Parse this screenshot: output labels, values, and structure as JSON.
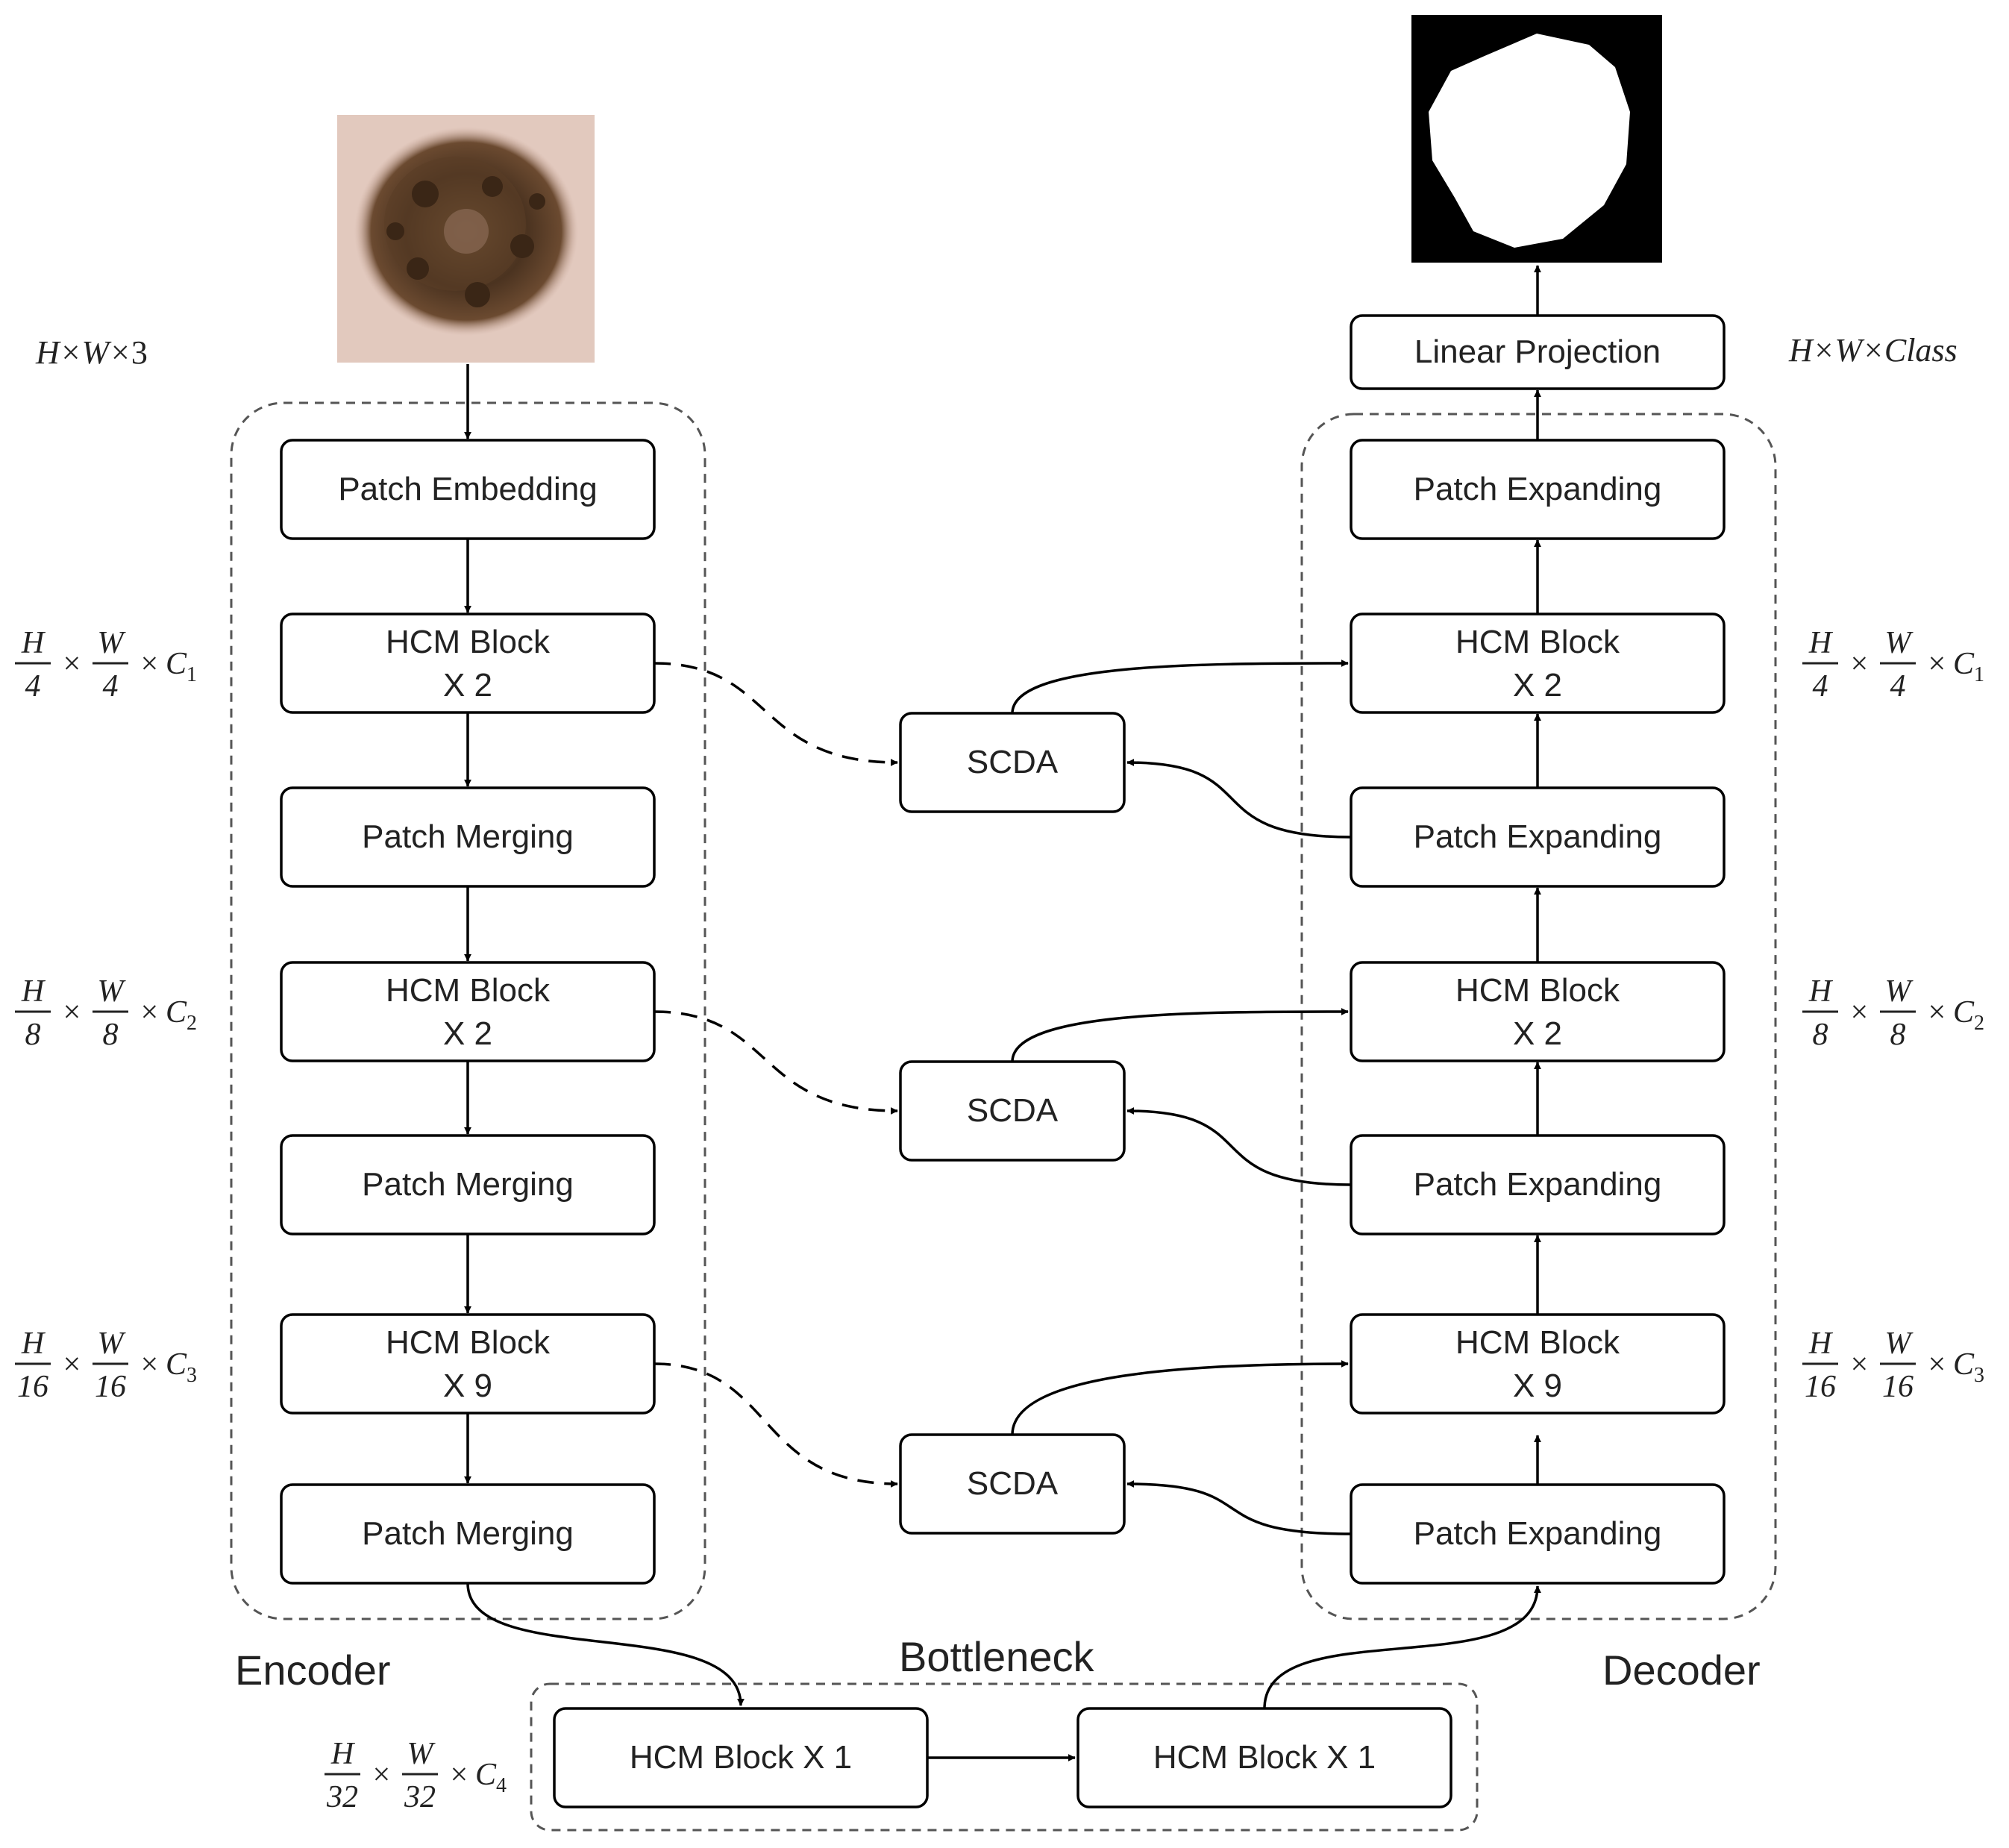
{
  "diagram": {
    "encoder": {
      "label": "Encoder",
      "blocks": [
        {
          "line1": "Patch Embedding",
          "line2": ""
        },
        {
          "line1": "HCM Block",
          "line2": "X 2"
        },
        {
          "line1": "Patch Merging",
          "line2": ""
        },
        {
          "line1": "HCM Block",
          "line2": "X 2"
        },
        {
          "line1": "Patch Merging",
          "line2": ""
        },
        {
          "line1": "HCM Block",
          "line2": "X 9"
        },
        {
          "line1": "Patch Merging",
          "line2": ""
        }
      ]
    },
    "decoder": {
      "label": "Decoder",
      "projection": "Linear Projection",
      "blocks": [
        {
          "line1": "Patch Expanding",
          "line2": ""
        },
        {
          "line1": "HCM Block",
          "line2": "X 2"
        },
        {
          "line1": "Patch Expanding",
          "line2": ""
        },
        {
          "line1": "HCM Block",
          "line2": "X 2"
        },
        {
          "line1": "Patch Expanding",
          "line2": ""
        },
        {
          "line1": "HCM Block",
          "line2": "X 9"
        },
        {
          "line1": "Patch Expanding",
          "line2": ""
        }
      ]
    },
    "bottleneck": {
      "label": "Bottleneck",
      "blocks": [
        "HCM Block X 1",
        "HCM Block X 1"
      ]
    },
    "attention": [
      "SCDA",
      "SCDA",
      "SCDA"
    ],
    "dimensions": {
      "input": {
        "H": "H",
        "W": "W",
        "times": "×",
        "channels": "3"
      },
      "output": {
        "H": "H",
        "W": "W",
        "times": "×",
        "channels": "Class"
      },
      "scales": [
        {
          "num_h": "H",
          "den_h": "4",
          "num_w": "W",
          "den_w": "4",
          "times": "×",
          "channel": "C",
          "sub": "1"
        },
        {
          "num_h": "H",
          "den_h": "8",
          "num_w": "W",
          "den_w": "8",
          "times": "×",
          "channel": "C",
          "sub": "2"
        },
        {
          "num_h": "H",
          "den_h": "16",
          "num_w": "W",
          "den_w": "16",
          "times": "×",
          "channel": "C",
          "sub": "3"
        }
      ],
      "bottleneck": {
        "num_h": "H",
        "den_h": "32",
        "num_w": "W",
        "den_w": "32",
        "times": "×",
        "channel": "C",
        "sub": "4"
      }
    },
    "images": {
      "input": "skin-lesion-image",
      "output": "segmentation-mask-image"
    }
  }
}
